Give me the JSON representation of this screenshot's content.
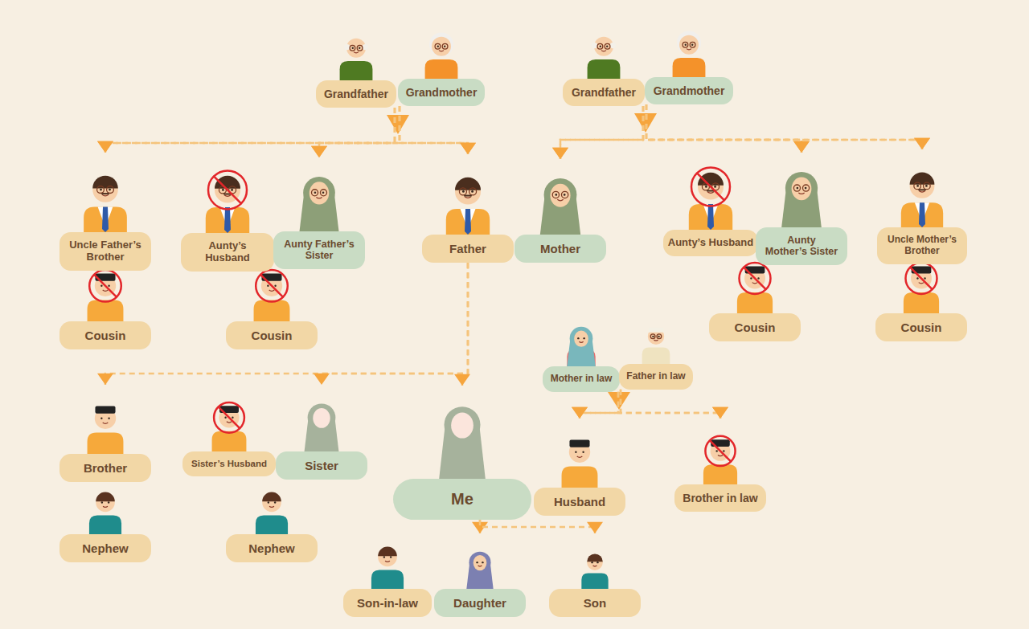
{
  "diagram": {
    "nodes": [
      {
        "text": [
          "Grandfather"
        ]
      },
      {
        "text": [
          "Grandmother"
        ]
      },
      {
        "text": [
          "Grandfather"
        ]
      },
      {
        "text": [
          "Grandmother"
        ]
      },
      {
        "text": [
          "Uncle Father’s Brother"
        ]
      },
      {
        "text": [
          "Aunty’s Husband"
        ]
      },
      {
        "text": [
          "Aunty Father’s Sister"
        ]
      },
      {
        "text": [
          "Father"
        ]
      },
      {
        "text": [
          "Mother"
        ]
      },
      {
        "text": [
          "Aunty’s Husband"
        ]
      },
      {
        "text": [
          "Aunty Mother’s Sister"
        ]
      },
      {
        "text": [
          "Uncle Mother’s Brother"
        ]
      },
      {
        "text": [
          "Cousin"
        ]
      },
      {
        "text": [
          "Cousin"
        ]
      },
      {
        "text": [
          "Cousin"
        ]
      },
      {
        "text": [
          "Cousin"
        ]
      },
      {
        "text": [
          "Mother in law"
        ]
      },
      {
        "text": [
          "Father in law"
        ]
      },
      {
        "text": [
          "Brother"
        ]
      },
      {
        "text": [
          "Sister’s Husband"
        ]
      },
      {
        "text": [
          "Sister"
        ]
      },
      {
        "text": [
          "Me"
        ]
      },
      {
        "text": [
          "Husband"
        ]
      },
      {
        "text": [
          "Brother in law"
        ]
      },
      {
        "text": [
          "Nephew"
        ]
      },
      {
        "text": [
          "Nephew"
        ]
      },
      {
        "text": [
          "Son-in-law"
        ]
      },
      {
        "text": [
          "Daughter"
        ]
      },
      {
        "text": [
          "Son"
        ]
      }
    ],
    "edges": [
      {
        "from": 0,
        "to": 4,
        "arrow": "to"
      },
      {
        "from": 0,
        "to": 6,
        "arrow": "to"
      },
      {
        "from": 0,
        "to": 7,
        "arrow": "to"
      },
      {
        "from": 1,
        "to": 4,
        "arrow": "to"
      },
      {
        "from": 1,
        "to": 6,
        "arrow": "to"
      },
      {
        "from": 1,
        "to": 7,
        "arrow": "to"
      },
      {
        "from": 2,
        "to": 8,
        "arrow": "to"
      },
      {
        "from": 2,
        "to": 10,
        "arrow": "to"
      },
      {
        "from": 2,
        "to": 11,
        "arrow": "to"
      },
      {
        "from": 3,
        "to": 8,
        "arrow": "to"
      },
      {
        "from": 3,
        "to": 10,
        "arrow": "to"
      },
      {
        "from": 3,
        "to": 11,
        "arrow": "to"
      },
      {
        "from": 7,
        "to": 18,
        "arrow": "to"
      },
      {
        "from": 7,
        "to": 20,
        "arrow": "to"
      },
      {
        "from": 7,
        "to": 21,
        "arrow": "to"
      },
      {
        "from": 16,
        "to": 22,
        "arrow": "to"
      },
      {
        "from": 16,
        "to": 23,
        "arrow": "to"
      },
      {
        "from": 17,
        "to": 22,
        "arrow": "to"
      },
      {
        "from": 17,
        "to": 23,
        "arrow": "to"
      },
      {
        "from": 21,
        "to": 27,
        "arrow": "to"
      },
      {
        "from": 21,
        "to": 28,
        "arrow": "to"
      }
    ]
  }
}
